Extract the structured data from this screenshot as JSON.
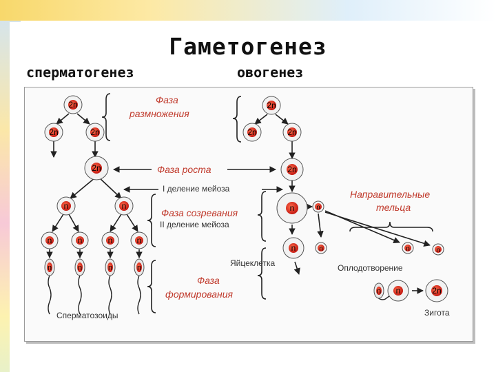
{
  "slide": {
    "title": "Гаметогенез",
    "left_heading": "сперматогенез",
    "right_heading": "овогенез"
  },
  "phases": {
    "reproduction_line1": "Фаза",
    "reproduction_line2": "размножения",
    "growth": "Фаза роста",
    "meiosis1": "I деление мейоза",
    "maturation": "Фаза созревания",
    "meiosis2": "II деление мейоза",
    "formation_line1": "Фаза",
    "formation_line2": "формирования"
  },
  "labels": {
    "polar_bodies_line1": "Направительные",
    "polar_bodies_line2": "тельца",
    "egg": "Яйцеклетка",
    "fertilization": "Оплодотворение",
    "spermatozoa": "Сперматозоиды",
    "zygote": "Зигота"
  },
  "cell_marks": {
    "diploid": "2n",
    "haploid": "n"
  },
  "colors": {
    "phase_text": "#c0392b",
    "polar_text": "#c0392b",
    "nucleus": "#e2241b",
    "cell_outline": "#555555",
    "arrow": "#222222"
  }
}
